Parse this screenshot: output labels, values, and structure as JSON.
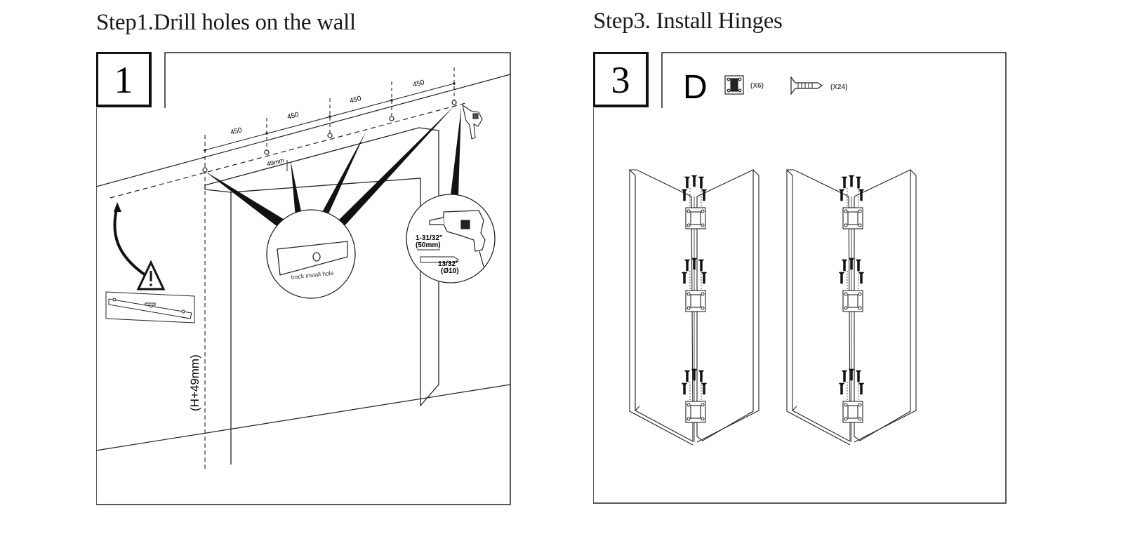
{
  "step1": {
    "title": "Step1.Drill holes on the wall",
    "number": "1",
    "spacings": [
      "450",
      "450",
      "450",
      "450"
    ],
    "offset_label": "49mm",
    "height_label": "(H+49mm)",
    "callout_label": "track install hole",
    "drill_depth": "1-31/32\"",
    "drill_depth_mm": "(50mm)",
    "drill_bit": "13/32\"",
    "drill_bit_mm": "(Ø10)"
  },
  "step3": {
    "title": "Step3. Install Hinges",
    "number": "3",
    "part_letter": "D",
    "hinge_qty": "(X6)",
    "screw_qty": "(X24)"
  }
}
